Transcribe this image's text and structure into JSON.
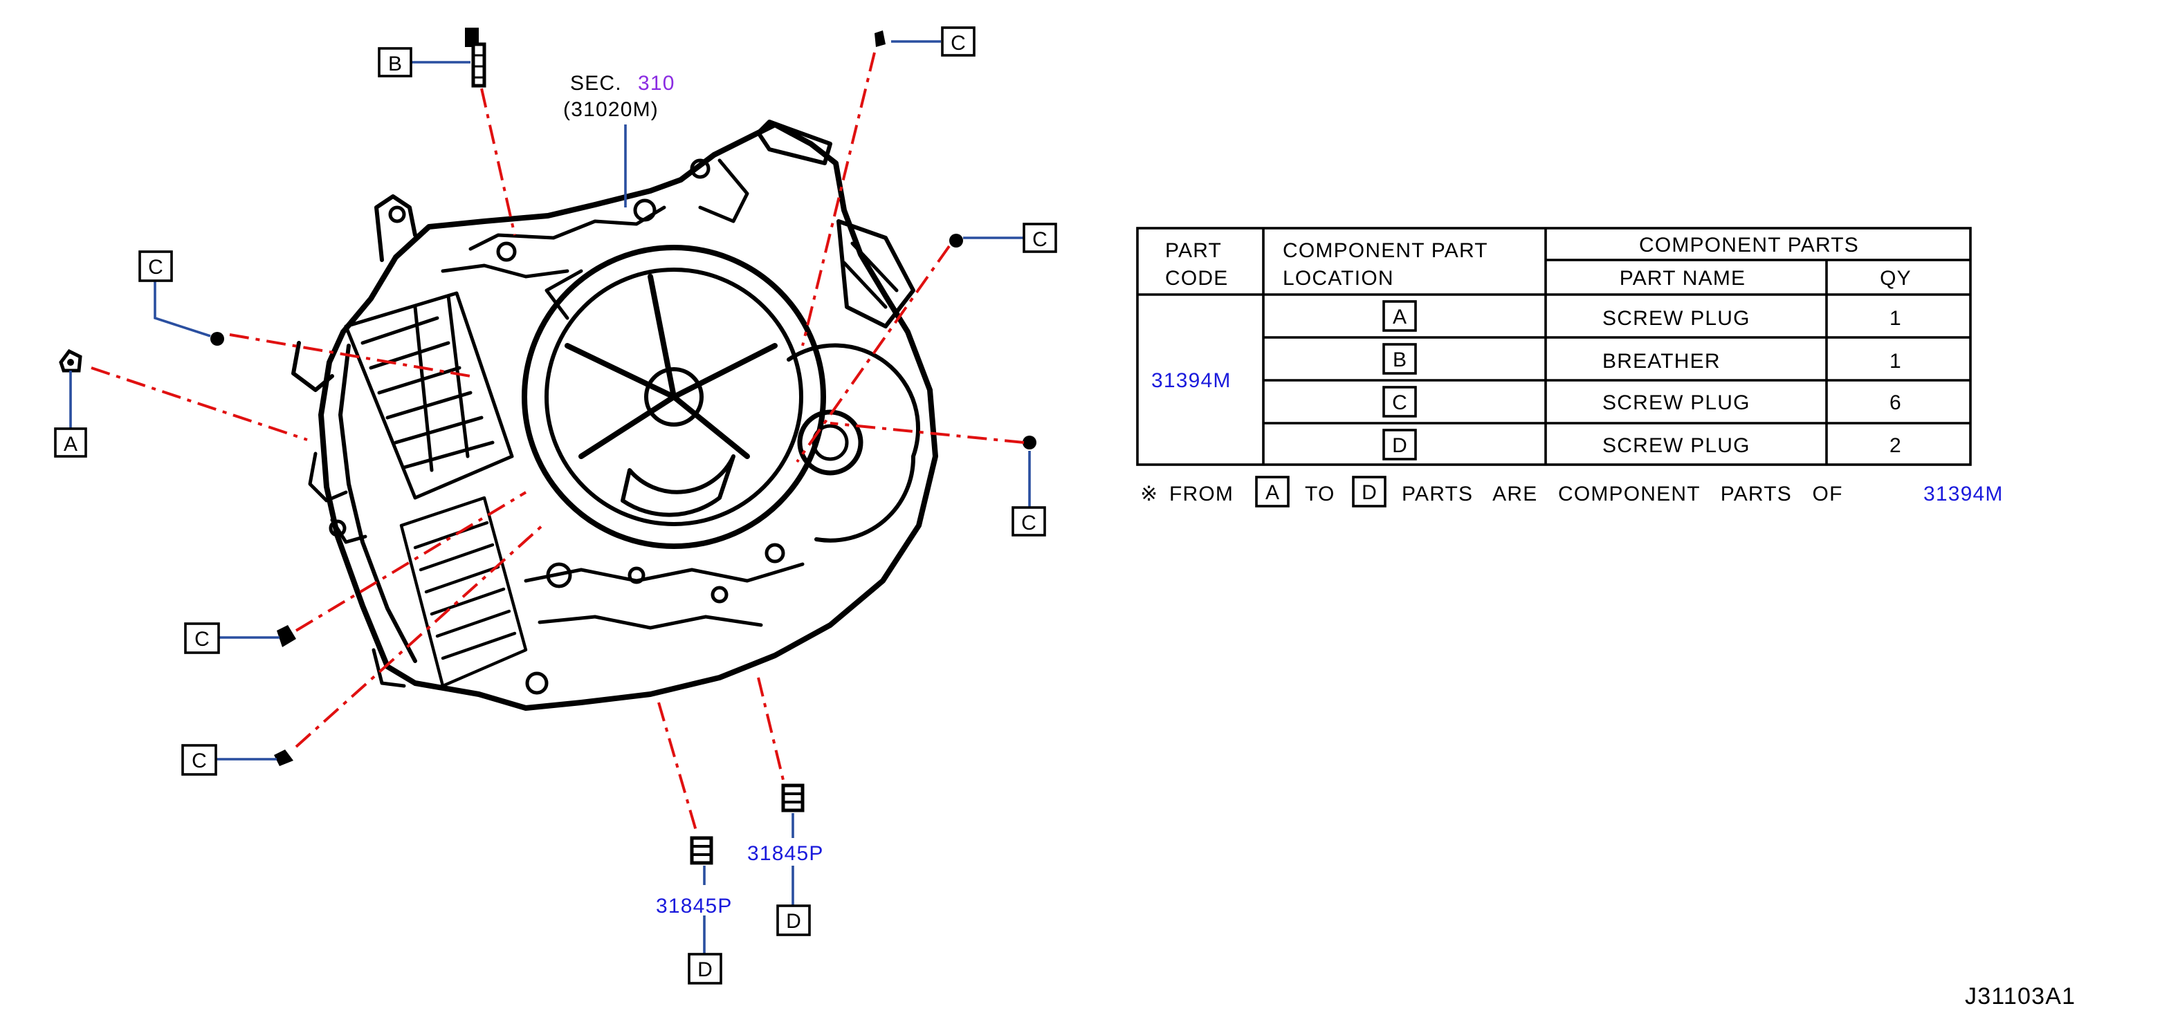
{
  "section_ref": {
    "prefix": "SEC.",
    "number": "310",
    "sub": "(31020M)"
  },
  "callouts": {
    "A": "A",
    "B": "B",
    "C": "C",
    "D": "D"
  },
  "part_numbers": {
    "drain_plug_1": "31845P",
    "drain_plug_2": "31845P"
  },
  "table": {
    "head_part_code": [
      "PART",
      "CODE"
    ],
    "head_location": [
      "COMPONENT PART",
      "LOCATION"
    ],
    "head_component_parts": "COMPONENT PARTS",
    "head_part_name": "PART NAME",
    "head_qy": "QY",
    "part_code": "31394M",
    "rows": [
      {
        "loc": "A",
        "name": "SCREW PLUG",
        "qy": "1"
      },
      {
        "loc": "B",
        "name": "BREATHER",
        "qy": "1"
      },
      {
        "loc": "C",
        "name": "SCREW PLUG",
        "qy": "6"
      },
      {
        "loc": "D",
        "name": "SCREW PLUG",
        "qy": "2"
      }
    ]
  },
  "note": {
    "mark": "※",
    "from": "FROM",
    "from_box": "A",
    "to": "TO",
    "to_box": "D",
    "text": "PARTS ARE COMPONENT PARTS OF",
    "code": "31394M"
  },
  "diagram_id": "J31103A1",
  "colors": {
    "leader": "#2a4fa0",
    "dashed_line": "#e01010",
    "code_blue": "#1a1adc",
    "sec_purple": "#8a2be2"
  }
}
